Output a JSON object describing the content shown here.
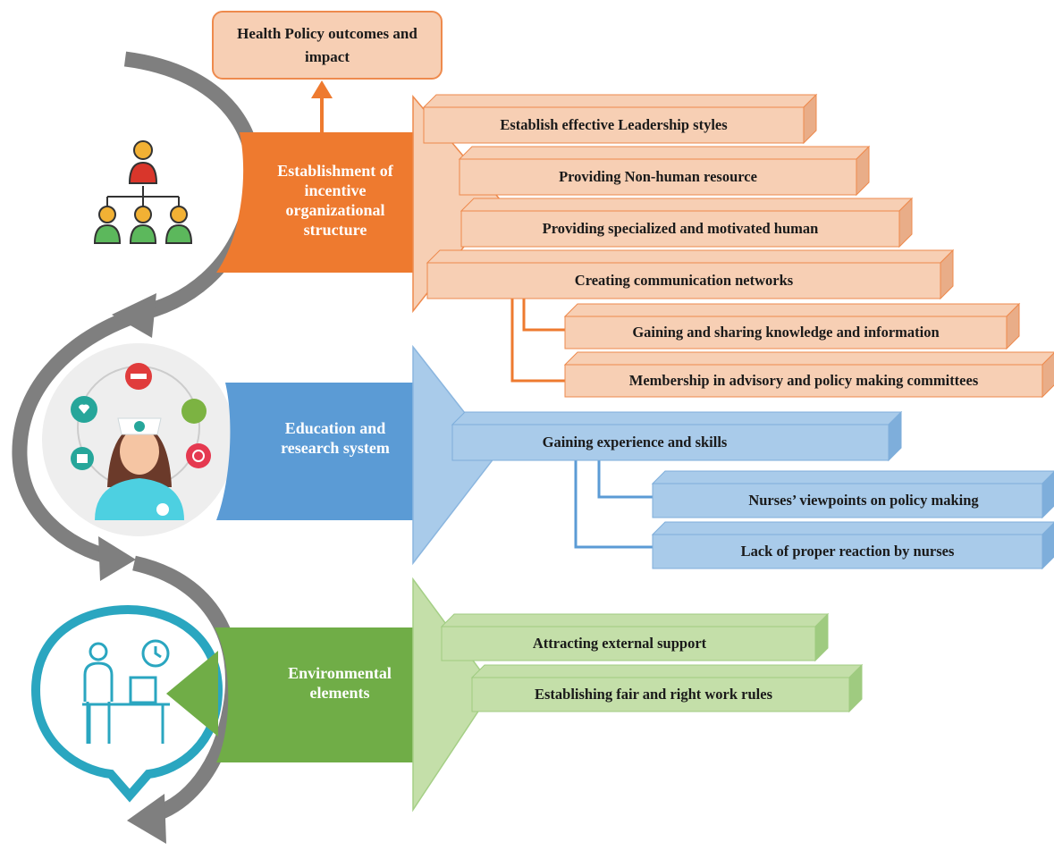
{
  "title": "Health Policy outcomes and impact",
  "colors": {
    "orange_dark": "#ee7a2f",
    "orange_light": "#f7cfb4",
    "orange_side": "#e9ad88",
    "blue_dark": "#5b9bd5",
    "blue_light": "#a9cbea",
    "blue_side": "#7eaedb",
    "green_dark": "#70ad47",
    "green_light": "#c4dfa9",
    "green_side": "#9fcb80",
    "cycle_arrow": "#7f7f7f",
    "teal": "#2aa6c0"
  },
  "categories": [
    {
      "label": "Establishment of incentive organizational structure",
      "icon": "org-chart-icon",
      "items": [
        "Establish effective Leadership styles",
        "Providing Non-human resource",
        "Providing specialized and motivated human",
        "Creating communication networks"
      ],
      "subitems": [
        "Gaining and sharing knowledge and information",
        "Membership  in advisory and policy making committees"
      ]
    },
    {
      "label": "Education and research system",
      "icon": "nurse-icon",
      "items": [
        "Gaining experience and skills"
      ],
      "subitems": [
        "Nurses’ viewpoints on policy making",
        "Lack of proper reaction by nurses"
      ]
    },
    {
      "label": "Environmental elements",
      "icon": "workplace-icon",
      "items": [
        "Attracting external support",
        "Establishing fair and right work rules"
      ],
      "subitems": []
    }
  ]
}
